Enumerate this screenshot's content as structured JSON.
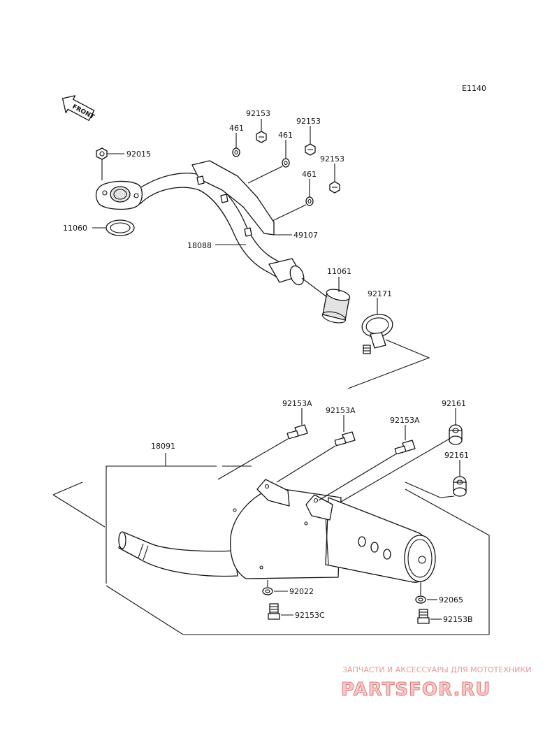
{
  "diagram": {
    "code": "E1140",
    "front_label": "FRONT",
    "parts": {
      "p92015": "92015",
      "p11060": "11060",
      "p18088": "18088",
      "p92153_a": "92153",
      "p92153_b": "92153",
      "p92153_c": "92153",
      "p461_a": "461",
      "p461_b": "461",
      "p461_c": "461",
      "p49107": "49107",
      "p11061": "11061",
      "p92171": "92171",
      "p18091": "18091",
      "p92153A_a": "92153A",
      "p92153A_b": "92153A",
      "p92153A_c": "92153A",
      "p92161_a": "92161",
      "p92161_b": "92161",
      "p92022": "92022",
      "p92153C": "92153C",
      "p92065": "92065",
      "p92153B": "92153B"
    }
  },
  "watermark": {
    "tagline": "ЗАПЧАСТИ И АКСЕССУАРЫ ДЛЯ МОТОТЕХНИКИ",
    "logo": "PARTSFOR.RU"
  }
}
